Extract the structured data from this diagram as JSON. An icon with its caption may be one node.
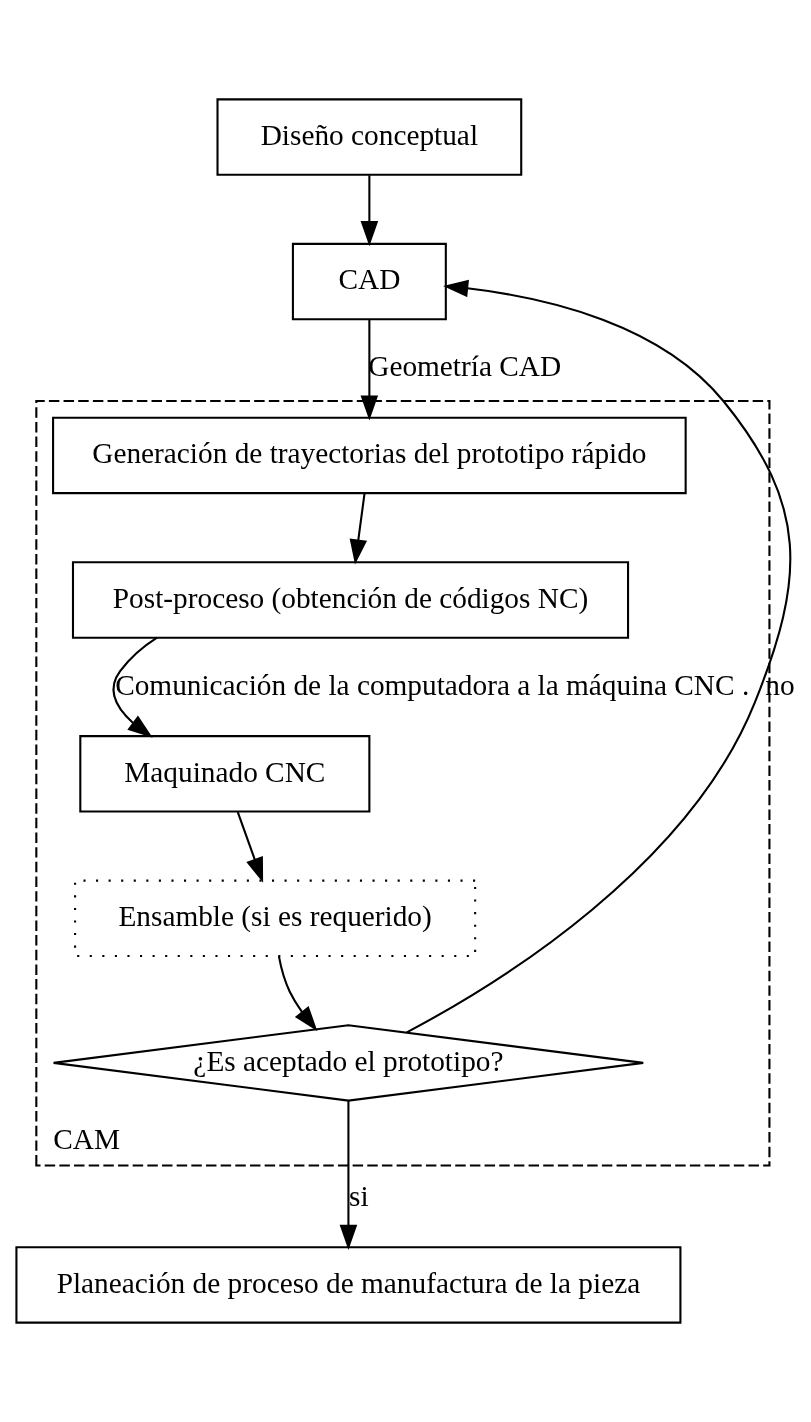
{
  "diagram": {
    "nodes": [
      {
        "text": [
          "Diseño conceptual"
        ]
      },
      {
        "text": [
          "CAD"
        ]
      },
      {
        "text": [
          "CAM"
        ]
      },
      {
        "text": [
          "Generación de trayectorias del prototipo rápido"
        ],
        "in": 2
      },
      {
        "text": [
          "Post-proceso (obtención de códigos NC)"
        ],
        "in": 2
      },
      {
        "text": [
          "Maquinado CNC"
        ],
        "in": 2
      },
      {
        "text": [
          "Ensamble (si es requerido)"
        ],
        "in": 2
      },
      {
        "text": [
          "¿Es aceptado el prototipo?"
        ],
        "in": 2
      },
      {
        "text": [
          "Planeación de proceso de manufactura de la pieza"
        ]
      }
    ],
    "edges": [
      {
        "from": 0,
        "to": 1,
        "arrow": "to"
      },
      {
        "from": 1,
        "to": 3,
        "arrow": "to",
        "label": "Geometría CAD"
      },
      {
        "from": 3,
        "to": 4,
        "arrow": "to"
      },
      {
        "from": 4,
        "to": 5,
        "arrow": "to",
        "label": "Comunicación de la computadora a la máquina CNC ."
      },
      {
        "from": 5,
        "to": 6,
        "arrow": "to"
      },
      {
        "from": 6,
        "to": 7,
        "arrow": "to"
      },
      {
        "from": 7,
        "to": 1,
        "arrow": "to",
        "label": "no"
      },
      {
        "from": 7,
        "to": 8,
        "arrow": "to",
        "label": "si"
      }
    ]
  }
}
